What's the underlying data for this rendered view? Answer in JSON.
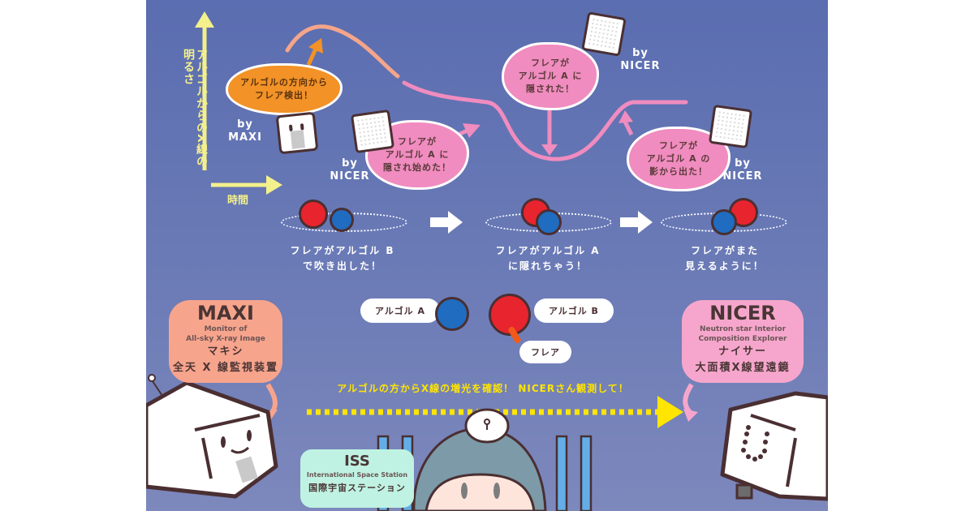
{
  "axes": {
    "y_label": "アルゴルからのX線の明るさ",
    "x_label": "時間"
  },
  "colors": {
    "background_top": "#5a6db0",
    "background_bottom": "#7d88bc",
    "axis_yellow": "#f4f08c",
    "curve_orange": "#f5a58a",
    "curve_pink": "#f08cbf",
    "bubble_pink": "#f08cbf",
    "bubble_orange": "#f29227",
    "star_red": "#e8242e",
    "star_blue": "#1f6cc0",
    "dash_yellow": "#ffe500",
    "maxi_box": "#f7a48c",
    "nicer_box": "#f6a6cc",
    "iss_box": "#bff2e2"
  },
  "bubbles": [
    {
      "id": "maxi-detect",
      "lines": [
        "アルゴルの方向から",
        "フレア検出！"
      ],
      "by": [
        "by",
        "MAXI"
      ]
    },
    {
      "id": "nicer-start",
      "lines": [
        "フレアが",
        "アルゴル A に",
        "隠され始めた！"
      ],
      "by": [
        "by",
        "NICER"
      ]
    },
    {
      "id": "nicer-hidden",
      "lines": [
        "フレアが",
        "アルゴル A に",
        "隠された！"
      ],
      "by": [
        "by",
        "NICER"
      ]
    },
    {
      "id": "nicer-emerge",
      "lines": [
        "フレアが",
        "アルゴル A の",
        "影から出た！"
      ],
      "by": [
        "by",
        "NICER"
      ]
    }
  ],
  "captions": [
    {
      "lines": [
        "フレアがアルゴル B",
        "で吹き出した！"
      ]
    },
    {
      "lines": [
        "フレアがアルゴル A",
        "に隠れちゃう！"
      ]
    },
    {
      "lines": [
        "フレアがまた",
        "見えるように！"
      ]
    }
  ],
  "legend": {
    "algol_a": "アルゴル A",
    "algol_b": "アルゴル B",
    "flare": "フレア"
  },
  "maxi": {
    "title": "MAXI",
    "subtitle_lines": [
      "Monitor of",
      "All-sky X-ray Image"
    ],
    "kana": "マキシ",
    "japanese": "全天 X 線監視装置"
  },
  "nicer": {
    "title": "NICER",
    "subtitle_lines": [
      "Neutron star Interior",
      "Composition Explorer"
    ],
    "kana": "ナイサー",
    "japanese": "大面積X線望遠鏡"
  },
  "iss": {
    "title": "ISS",
    "subtitle": "International Space Station",
    "japanese": "国際宇宙ステーション"
  },
  "message": "アルゴルの方からX線の増光を確認！ NICERさん観測して！"
}
